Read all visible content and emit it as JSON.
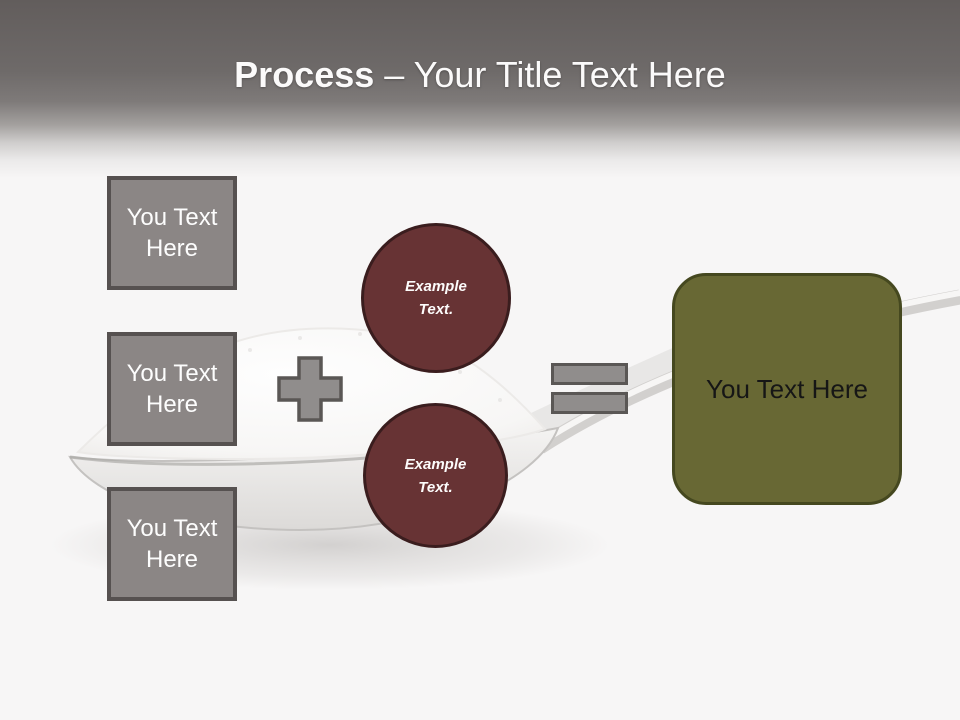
{
  "slide": {
    "title": {
      "bold": "Process",
      "rest": " – Your Title Text Here"
    },
    "left_boxes": [
      {
        "label": "You Text Here"
      },
      {
        "label": "You Text Here"
      },
      {
        "label": "You Text Here"
      }
    ],
    "operators": {
      "plus": "plus-sign",
      "equals": "equals-sign"
    },
    "circles": [
      {
        "label": "Example Text."
      },
      {
        "label": "Example Text."
      }
    ],
    "result_box": {
      "label": "You Text Here"
    },
    "colors": {
      "header_top": "#625d5c",
      "background": "#f7f6f6",
      "box_gray_fill": "#8b8685",
      "box_gray_border": "#565150",
      "circle_maroon_fill": "#673334",
      "circle_maroon_border": "#3a1d1e",
      "operator_fill": "#908d8c",
      "operator_border": "#5a5755",
      "result_olive_fill": "#686834",
      "result_olive_border": "#45481f",
      "title_text": "#fbfafa"
    }
  }
}
